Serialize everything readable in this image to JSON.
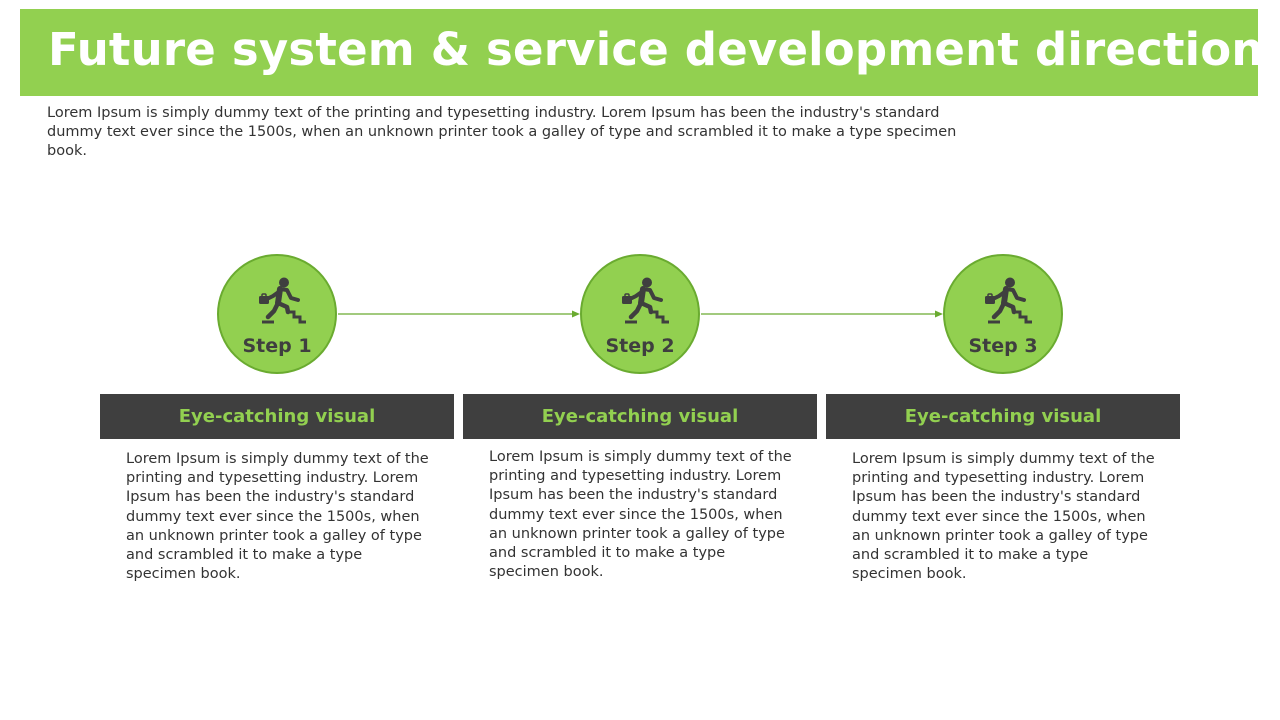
{
  "title": "Future system & service development direction",
  "intro": "Lorem Ipsum is simply dummy text of the printing and typesetting industry. Lorem Ipsum has been the industry's standard dummy text ever since the 1500s, when an unknown printer took a galley of type and scrambled it to make a type specimen book.",
  "colors": {
    "accent": "#92d050",
    "accent_border": "#6aab30",
    "dark": "#3f3f3f",
    "text": "#333333"
  },
  "steps": [
    {
      "label": "Step 1",
      "icon": "stairs-climber-icon",
      "card_title": "Eye-catching visual",
      "card_text": "Lorem Ipsum is simply dummy text of the printing and typesetting industry. Lorem Ipsum has been the industry's standard dummy text ever since the 1500s, when an unknown printer took a galley of type and scrambled it to make a type specimen book."
    },
    {
      "label": "Step 2",
      "icon": "stairs-climber-icon",
      "card_title": "Eye-catching visual",
      "card_text": "Lorem Ipsum is simply dummy text of the printing and typesetting industry. Lorem Ipsum has been the industry's standard dummy text ever since the 1500s, when an unknown printer took a galley of type and scrambled it to make a type specimen book."
    },
    {
      "label": "Step 3",
      "icon": "stairs-climber-icon",
      "card_title": "Eye-catching visual",
      "card_text": "Lorem Ipsum is simply dummy text of the printing and typesetting industry. Lorem Ipsum has been the industry's standard dummy text ever since the 1500s, when an unknown printer took a galley of type and scrambled it to make a type specimen book."
    }
  ]
}
